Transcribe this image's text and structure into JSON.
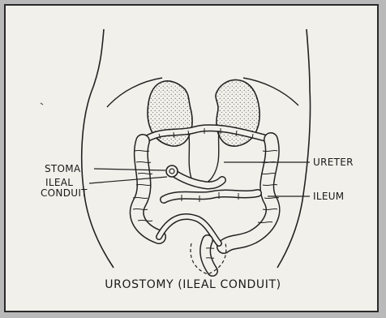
{
  "labels": {
    "stoma": "STOMA",
    "ileal_conduit_line1": "ILEAL",
    "ileal_conduit_line2": "CONDUIT",
    "ureter": "URETER",
    "ileum": "ILEUM"
  },
  "caption": "UROSTOMY (ILEAL CONDUIT)"
}
